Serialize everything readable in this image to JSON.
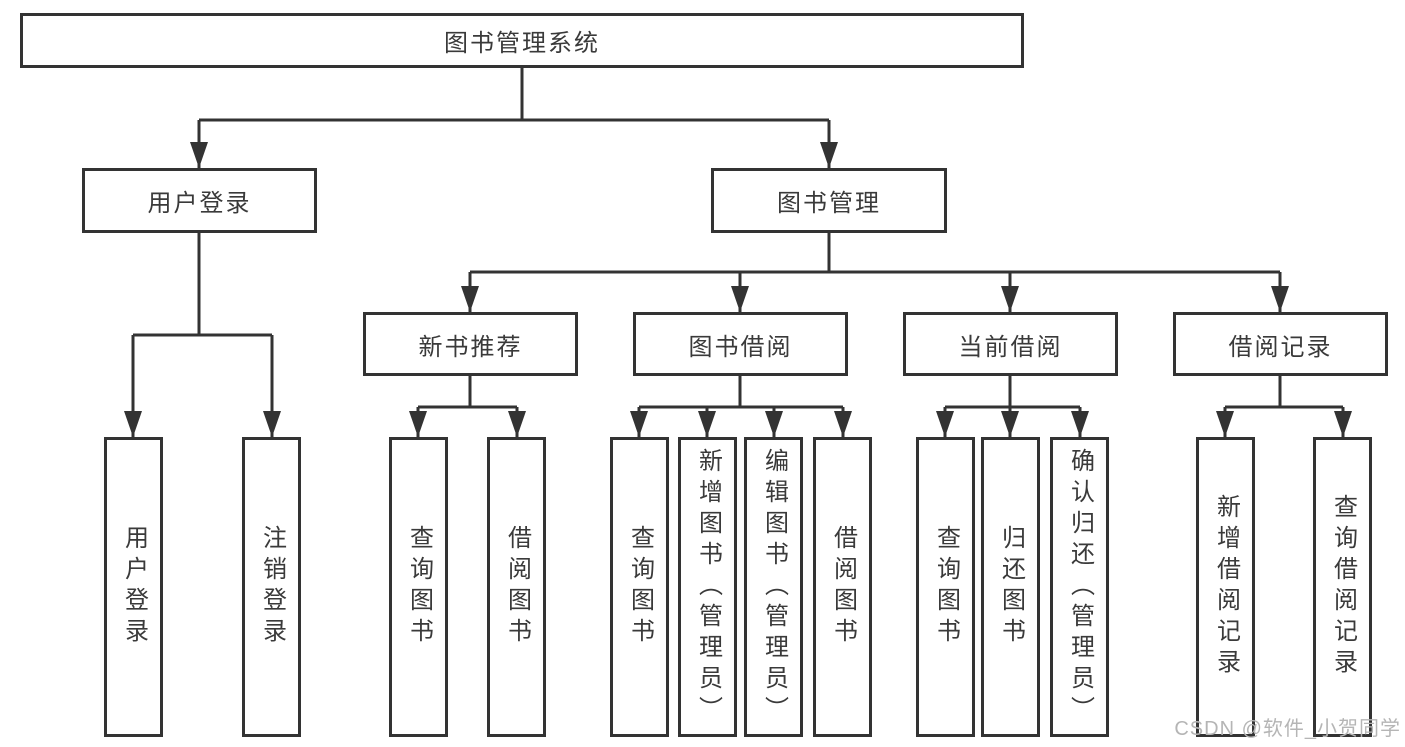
{
  "tree": {
    "root": {
      "label": "图书管理系统"
    },
    "branches": [
      {
        "label": "用户登录",
        "children": [
          {
            "label": "用户登录"
          },
          {
            "label": "注销登录"
          }
        ]
      },
      {
        "label": "图书管理",
        "children": [
          {
            "label": "新书推荐",
            "children": [
              {
                "label": "查询图书"
              },
              {
                "label": "借阅图书"
              }
            ]
          },
          {
            "label": "图书借阅",
            "children": [
              {
                "label": "查询图书"
              },
              {
                "label": "新增图书（管理员）"
              },
              {
                "label": "编辑图书（管理员）"
              },
              {
                "label": "借阅图书"
              }
            ]
          },
          {
            "label": "当前借阅",
            "children": [
              {
                "label": "查询图书"
              },
              {
                "label": "归还图书"
              },
              {
                "label": "确认归还（管理员）"
              }
            ]
          },
          {
            "label": "借阅记录",
            "children": [
              {
                "label": "新增借阅记录"
              },
              {
                "label": "查询借阅记录"
              }
            ]
          }
        ]
      }
    ]
  },
  "watermark": {
    "text": "CSDN @软件_小贺同学"
  },
  "colors": {
    "line": "#333333",
    "box_border": "#333333",
    "box_bg": "#ffffff",
    "text": "#3a3a3a",
    "watermark": "#b5b5b5"
  }
}
